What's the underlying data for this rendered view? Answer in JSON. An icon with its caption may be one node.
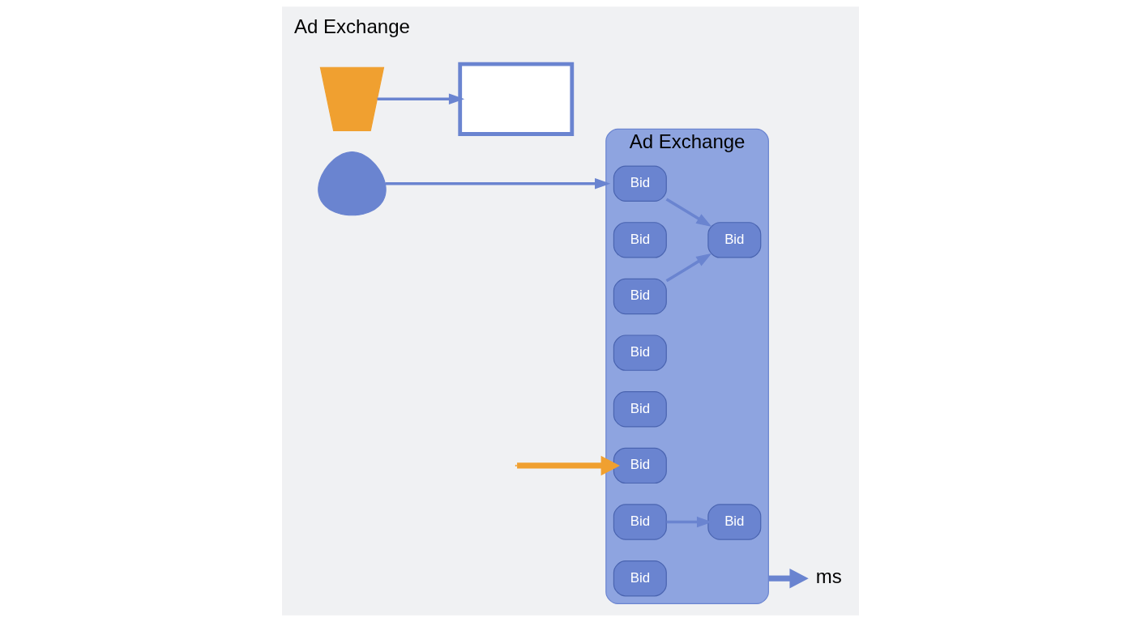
{
  "diagram": {
    "nodes": [
      {
        "text": [],
        "shape": "person"
      },
      {
        "text": [
          "Ad Exchange"
        ]
      },
      {
        "text": [
          "Bid"
        ],
        "in": 1
      },
      {
        "text": [
          "Bid"
        ],
        "in": 1
      },
      {
        "text": [
          "Bid"
        ],
        "in": 1
      },
      {
        "text": [
          "Bid"
        ],
        "in": 1
      },
      {
        "text": [
          "Bid"
        ],
        "in": 1
      },
      {
        "text": [
          "Bid"
        ],
        "in": 1
      },
      {
        "text": [
          "Bid"
        ],
        "in": 1
      },
      {
        "text": [
          "Bid"
        ],
        "in": 1
      },
      {
        "text": [
          "Bid"
        ],
        "in": 1
      },
      {
        "text": [
          "Bid"
        ],
        "in": 1
      },
      {
        "text": [],
        "shape": "trophy"
      },
      {
        "text": [],
        "shape": "laptop"
      },
      {
        "text": [
          "ms"
        ]
      }
    ],
    "edges": [
      {
        "from": 0,
        "to": 1,
        "arrow": "to"
      },
      {
        "from": 2,
        "to": 5,
        "arrow": "to"
      },
      {
        "from": 4,
        "to": 5,
        "arrow": "to"
      },
      {
        "from": null,
        "to": 8,
        "arrow": "to",
        "style": "thick",
        "color": "#f0a030"
      },
      {
        "from": 9,
        "to": 10,
        "arrow": "to"
      },
      {
        "from": 1,
        "to": 14,
        "arrow": "to",
        "style": "thick"
      },
      {
        "from": 12,
        "to": 13,
        "arrow": "to"
      }
    ],
    "labels": [
      "Ad Exchange"
    ]
  }
}
